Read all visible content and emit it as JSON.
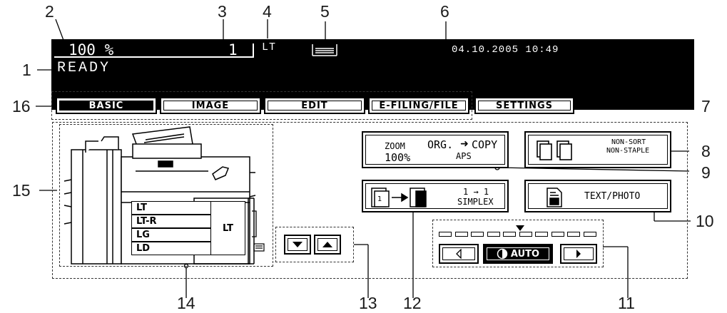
{
  "callouts": {
    "n1": "1",
    "n2": "2",
    "n3": "3",
    "n4": "4",
    "n5": "5",
    "n6": "6",
    "n7": "7",
    "n8": "8",
    "n9": "9",
    "n10": "10",
    "n11": "11",
    "n12": "12",
    "n13": "13",
    "n14": "14",
    "n15": "15",
    "n16": "16"
  },
  "status": {
    "zoom": "100 %",
    "copies": "1",
    "paper": "LT",
    "datetime": "04.10.2005 10:49",
    "message": "READY"
  },
  "tabs": {
    "basic": "BASIC",
    "image": "IMAGE",
    "edit": "EDIT",
    "efiling": "E-FILING/FILE",
    "settings": "SETTINGS"
  },
  "zoom_button": {
    "label": "ZOOM",
    "value": "100%",
    "org_copy": "ORG.",
    "copy": "COPY",
    "arrow": "➜",
    "aps": "APS"
  },
  "finishing_button": {
    "line1": "NON-SORT",
    "line2": "NON-STAPLE"
  },
  "duplex_button": {
    "line1": "1 → 1",
    "line2": "SIMPLEX"
  },
  "original_mode_button": {
    "label": "TEXT/PHOTO"
  },
  "density": {
    "auto_label": "AUTO",
    "segments": 10,
    "selected_index": 5
  },
  "drawers": {
    "items": [
      "LT",
      "LT-R",
      "LG",
      "LD"
    ],
    "bypass": "LT"
  },
  "colors": {
    "panel": "#000000",
    "text_on_panel": "#ffffff"
  },
  "icons": {
    "paper_tray": "tray-icon",
    "scroll_down": "down-triangle-icon",
    "scroll_up": "up-triangle-icon",
    "lighter": "lighter-icon",
    "darker": "darker-icon"
  }
}
